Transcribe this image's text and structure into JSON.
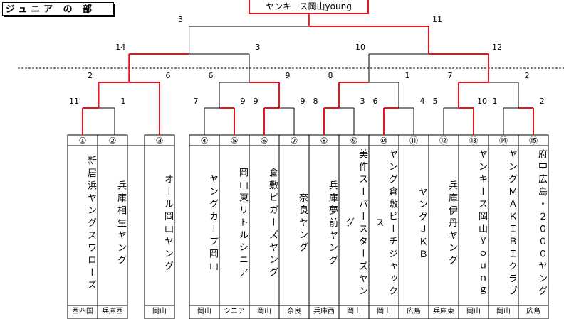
{
  "title": "ジュニア の 部",
  "champion": "ヤンキース岡山young",
  "teams": [
    {
      "num": "①",
      "name": "新居浜ヤングスワローズ",
      "pref": "西四国"
    },
    {
      "num": "②",
      "name": "兵庫相生ヤング",
      "pref": "兵庫西"
    },
    {
      "num": "③",
      "name": "オール岡山ヤング",
      "pref": "岡山"
    },
    {
      "num": "④",
      "name": "ヤングカープ岡山",
      "pref": "岡山"
    },
    {
      "num": "⑤",
      "name": "岡山東リトルシニア",
      "pref": "シニア"
    },
    {
      "num": "⑥",
      "name": "倉敷ビガーズヤング",
      "pref": "岡山"
    },
    {
      "num": "⑦",
      "name": "奈良ヤング",
      "pref": "奈良"
    },
    {
      "num": "⑧",
      "name": "兵庫夢前ヤング",
      "pref": "兵庫西"
    },
    {
      "num": "⑨",
      "name": "美作スーパースターズヤング",
      "pref": "岡山"
    },
    {
      "num": "⑩",
      "name": "ヤング倉敷ビーチジャックス",
      "pref": "岡山"
    },
    {
      "num": "⑪",
      "name": "ヤングＪＫＢ",
      "pref": "広島"
    },
    {
      "num": "⑫",
      "name": "兵庫伊丹ヤング",
      "pref": "兵庫東"
    },
    {
      "num": "⑬",
      "name": "ヤンキース岡山ｙｏｕｎｇ",
      "pref": "岡山"
    },
    {
      "num": "⑭",
      "name": "ヤングＭＡＫＩＢＩクラブ",
      "pref": "岡山"
    },
    {
      "num": "⑮",
      "name": "府中広島・２０００ヤング",
      "pref": "広島"
    }
  ],
  "scores": {
    "r1": [
      {
        "label": "11",
        "winner": true
      },
      {
        "label": "1",
        "winner": false
      },
      {
        "label": "7",
        "winner": false
      },
      {
        "label": "9",
        "winner": true
      },
      {
        "label": "9",
        "winner": true
      },
      {
        "label": "9",
        "winner": false
      },
      {
        "label": "8",
        "winner": true
      },
      {
        "label": "3",
        "winner": false
      },
      {
        "label": "6",
        "winner": true
      },
      {
        "label": "4",
        "winner": false
      },
      {
        "label": "5",
        "winner": false
      },
      {
        "label": "10",
        "winner": true
      },
      {
        "label": "1",
        "winner": false
      },
      {
        "label": "2",
        "winner": true
      }
    ],
    "qf": [
      {
        "label": "2",
        "winner": true
      },
      {
        "label": "6",
        "winner": true
      },
      {
        "label": "6",
        "winner": false
      },
      {
        "label": "9",
        "winner": true
      },
      {
        "label": "8",
        "winner": true
      },
      {
        "label": "1",
        "winner": false
      },
      {
        "label": "7",
        "winner": true
      },
      {
        "label": "2",
        "winner": false
      }
    ],
    "sf": [
      {
        "label": "14",
        "winner": true
      },
      {
        "label": "3",
        "winner": false
      },
      {
        "label": "10",
        "winner": false
      },
      {
        "label": "12",
        "winner": true
      }
    ],
    "final": [
      {
        "label": "3",
        "winner": false
      },
      {
        "label": "11",
        "winner": true
      }
    ]
  },
  "colors": {
    "winner": "#e8141e",
    "line": "#000000"
  }
}
